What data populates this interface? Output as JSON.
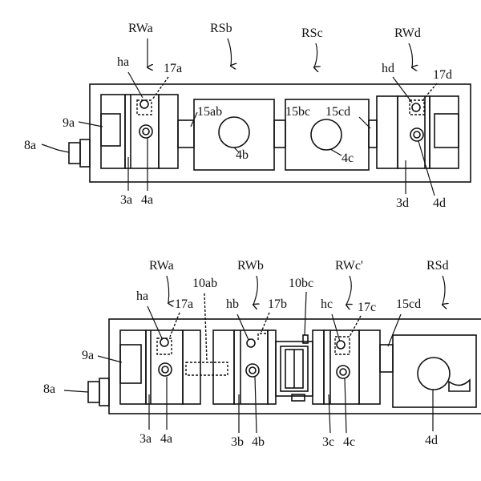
{
  "figure_top": {
    "labels": {
      "RWa": "RWa",
      "RSb": "RSb",
      "RSc": "RSc",
      "RWd": "RWd",
      "ha": "ha",
      "17a": "17a",
      "hd": "hd",
      "17d": "17d",
      "9a": "9a",
      "8a": "8a",
      "15ab": "15ab",
      "15bc": "15bc",
      "15cd": "15cd",
      "4b": "4b",
      "4c": "4c",
      "3a": "3a",
      "4a": "4a",
      "3d": "3d",
      "4d": "4d"
    }
  },
  "figure_bottom": {
    "labels": {
      "RWa": "RWa",
      "RWb": "RWb",
      "RWc": "RWc'",
      "RSd": "RSd",
      "10ab": "10ab",
      "10bc": "10bc",
      "ha": "ha",
      "17a": "17a",
      "hb": "hb",
      "17b": "17b",
      "hc": "hc",
      "17c": "17c",
      "15cd": "15cd",
      "9a": "9a",
      "8a": "8a",
      "3a": "3a",
      "4a": "4a",
      "3b": "3b",
      "4b": "4b",
      "3c": "3c",
      "4c": "4c",
      "4d": "4d"
    }
  }
}
